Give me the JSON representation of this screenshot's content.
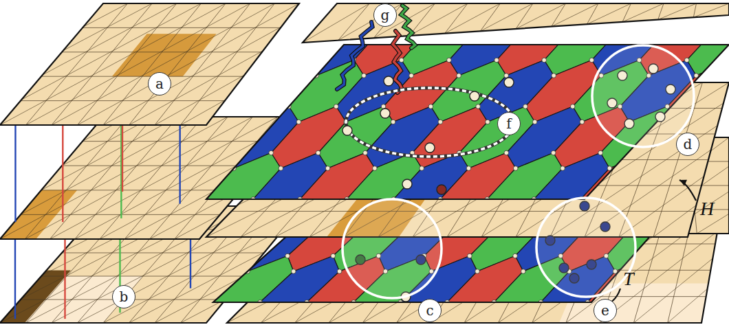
{
  "diagram": {
    "nodes": [
      {
        "text": [
          "g"
        ]
      },
      {
        "text": [
          "a"
        ]
      },
      {
        "text": [
          "f"
        ]
      },
      {
        "text": [
          "d"
        ]
      },
      {
        "text": [
          "b"
        ]
      },
      {
        "text": [
          "c"
        ]
      },
      {
        "text": [
          "e"
        ]
      }
    ],
    "labels": [
      "H",
      "T"
    ]
  }
}
